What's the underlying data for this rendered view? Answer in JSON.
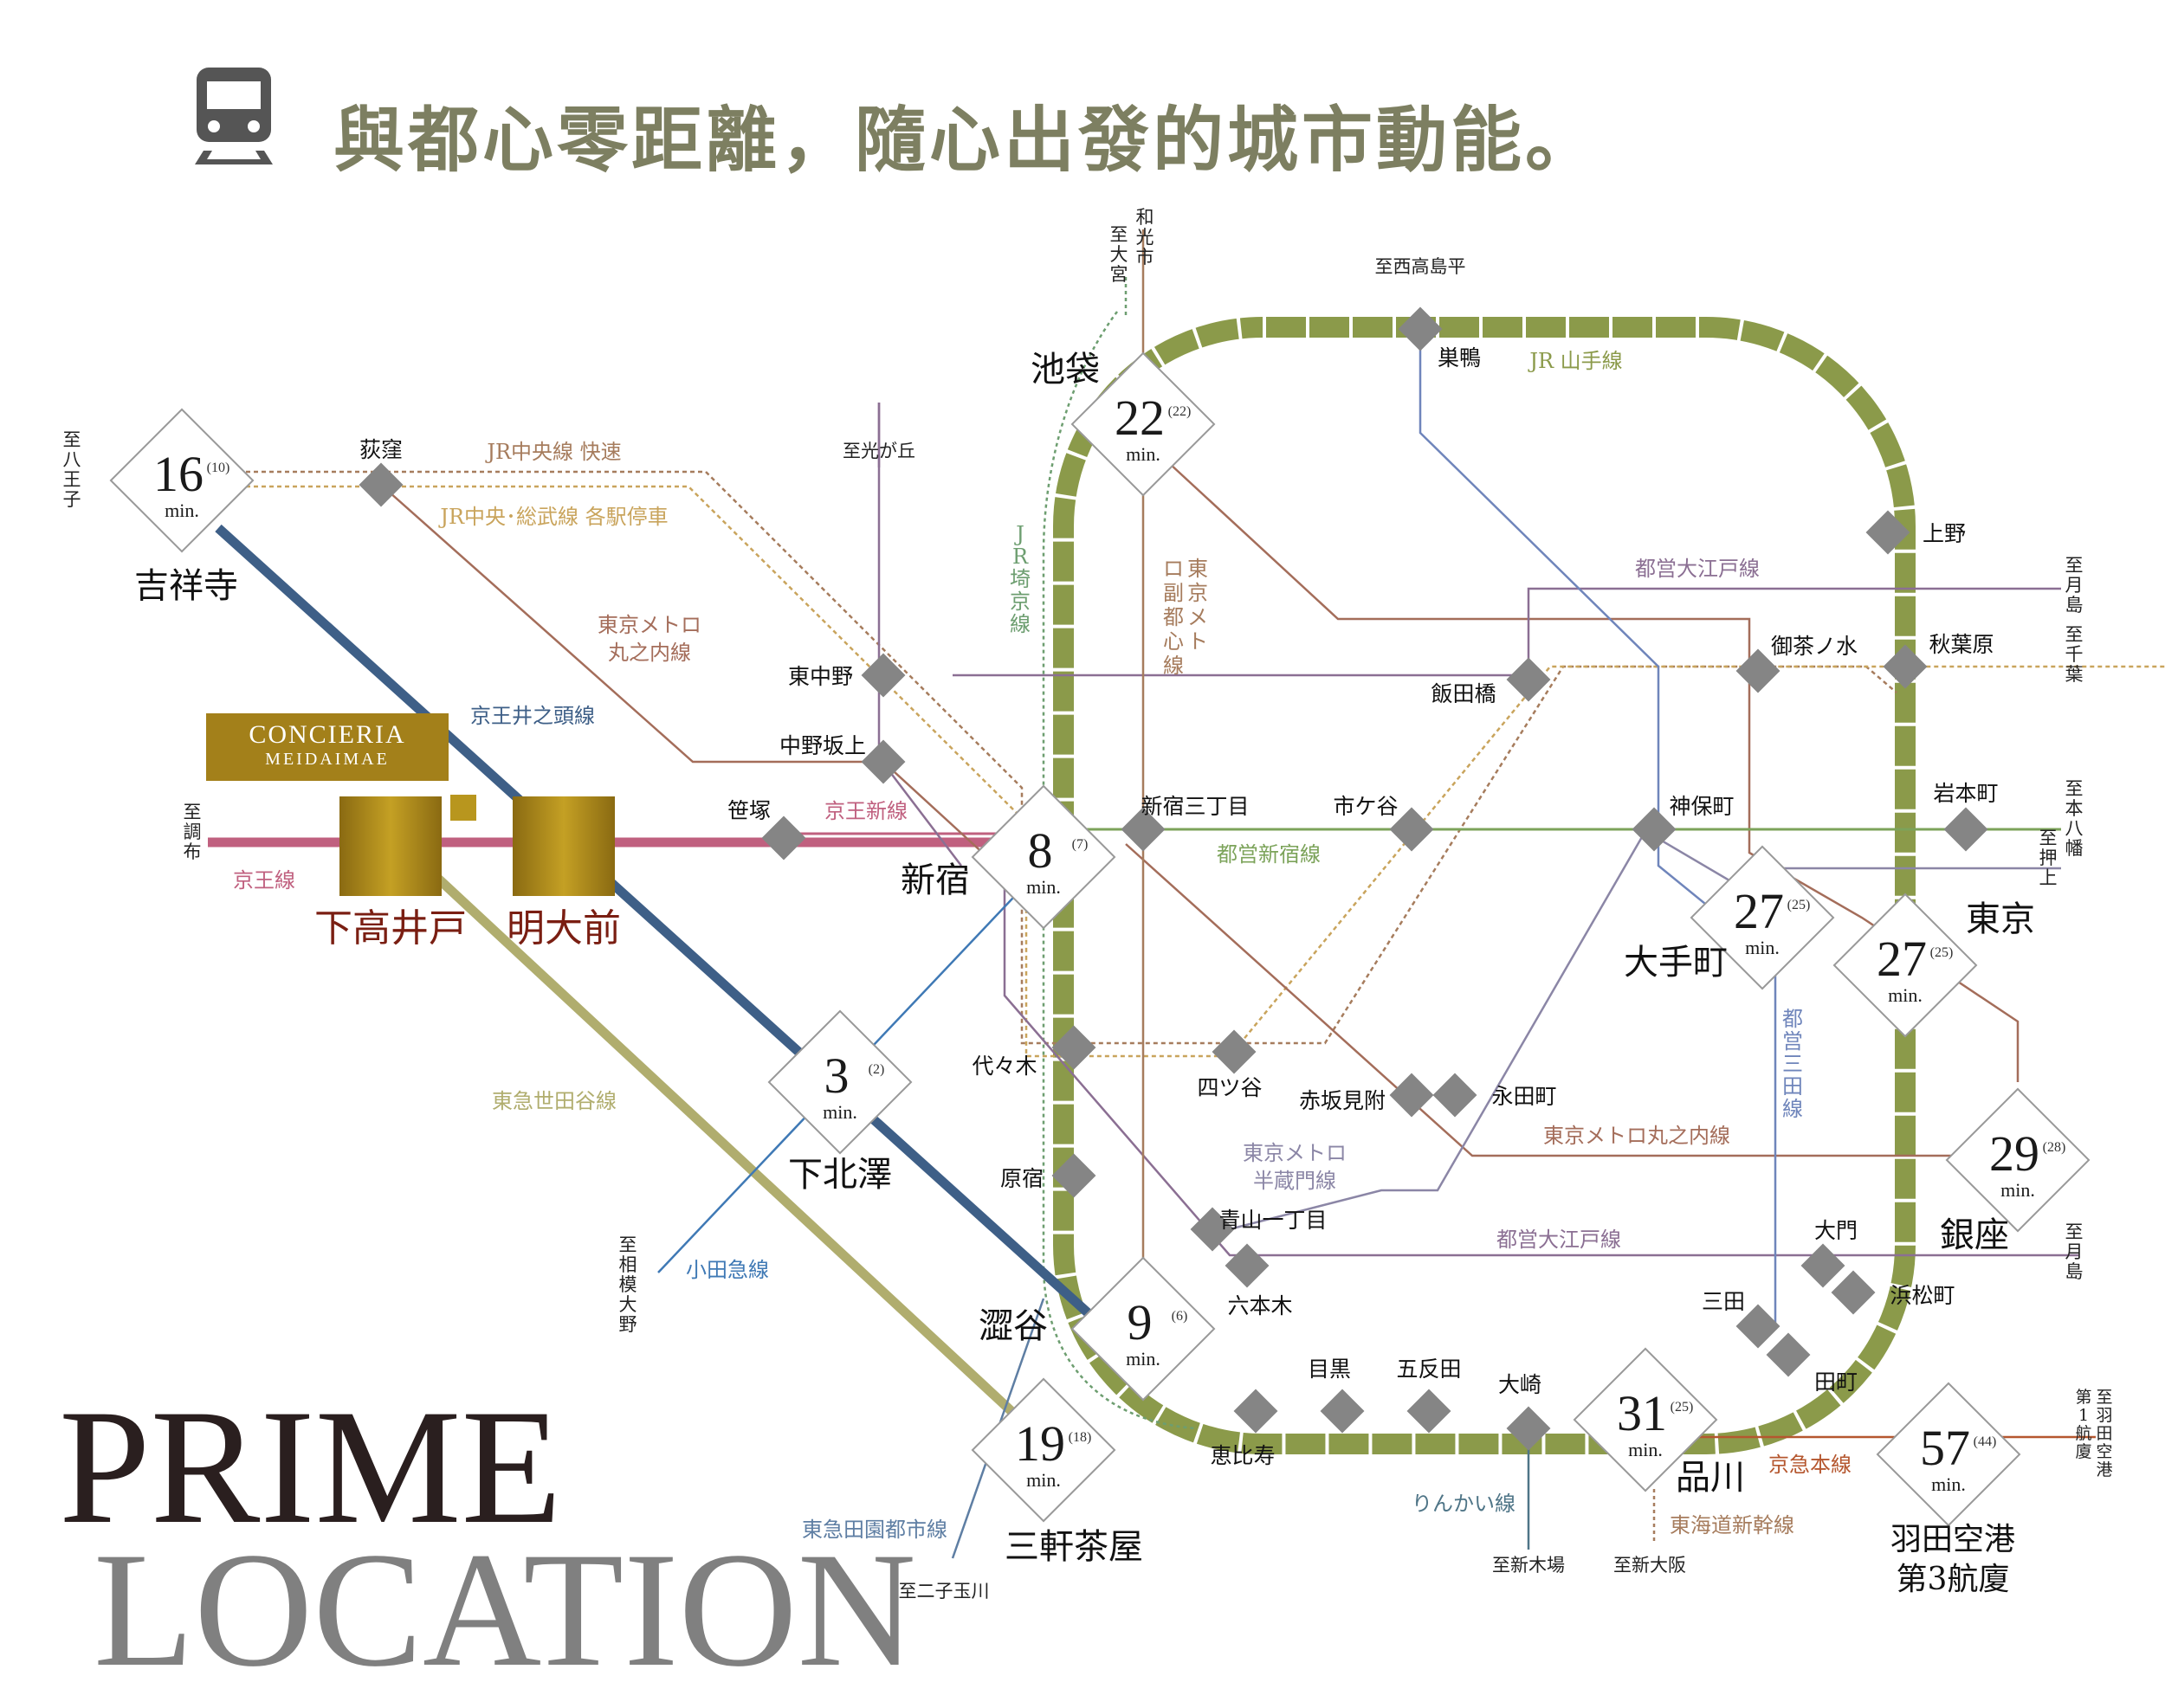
{
  "headline": "與都心零距離，隨心出發的城市動能。",
  "brand": {
    "name": "CONCIERIA",
    "sub": "MEIDAIMAE"
  },
  "logo": {
    "line1": "PRIME",
    "line2": "LOCATION"
  },
  "colors": {
    "yamanote": "#8b9a4a",
    "keio": "#c0607f",
    "inokashira": "#3e5f87",
    "denentoshi": "#b0ad6e",
    "oedo": "#8b6f93",
    "shinjuku_line": "#7ca35a",
    "marunouchi": "#a46d5a",
    "chuo_rapid": "#a67c5d",
    "gold": "#a3801a",
    "node": "#858585",
    "headline": "#7d7f61"
  },
  "home_stations": [
    {
      "id": "shimotakaido",
      "label": "下高井戸"
    },
    {
      "id": "meidaimae",
      "label": "明大前"
    }
  ],
  "hubs": [
    {
      "id": "kichijoji",
      "label": "吉祥寺",
      "minutes": "16",
      "sub": "(10)"
    },
    {
      "id": "ikebukuro",
      "label": "池袋",
      "minutes": "22",
      "sub": "(22)"
    },
    {
      "id": "shinjuku",
      "label": "新宿",
      "minutes": "8",
      "sub": "(7)"
    },
    {
      "id": "shimokitazawa",
      "label": "下北澤",
      "minutes": "3",
      "sub": "(2)"
    },
    {
      "id": "shibuya",
      "label": "澀谷",
      "minutes": "9",
      "sub": "(6)"
    },
    {
      "id": "sangenjaya",
      "label": "三軒茶屋",
      "minutes": "19",
      "sub": "(18)"
    },
    {
      "id": "otemachi",
      "label": "大手町",
      "minutes": "27",
      "sub": "(25)"
    },
    {
      "id": "tokyo",
      "label": "東京",
      "minutes": "27",
      "sub": "(25)"
    },
    {
      "id": "ginza",
      "label": "銀座",
      "minutes": "29",
      "sub": "(28)"
    },
    {
      "id": "shinagawa",
      "label": "品川",
      "minutes": "31",
      "sub": "(25)"
    },
    {
      "id": "haneda",
      "label": "羽田空港第3航廈",
      "minutes": "57",
      "sub": "(44)"
    }
  ],
  "min_label": "min.",
  "stations": [
    {
      "id": "ogikubo",
      "label": "荻窪"
    },
    {
      "id": "higashinakano",
      "label": "東中野"
    },
    {
      "id": "nakanosakaue",
      "label": "中野坂上"
    },
    {
      "id": "sasazuka",
      "label": "笹塚"
    },
    {
      "id": "sugamo",
      "label": "巣鴨"
    },
    {
      "id": "ueno",
      "label": "上野"
    },
    {
      "id": "ochanomizu",
      "label": "御茶ノ水"
    },
    {
      "id": "akihabara",
      "label": "秋葉原"
    },
    {
      "id": "iidabashi",
      "label": "飯田橋"
    },
    {
      "id": "shinjukusanchome",
      "label": "新宿三丁目"
    },
    {
      "id": "ichigaya",
      "label": "市ケ谷"
    },
    {
      "id": "jimbocho",
      "label": "神保町"
    },
    {
      "id": "iwamotocho",
      "label": "岩本町"
    },
    {
      "id": "yoyogi",
      "label": "代々木"
    },
    {
      "id": "yotsuya",
      "label": "四ツ谷"
    },
    {
      "id": "akasakamitsuke",
      "label": "赤坂見附"
    },
    {
      "id": "nagatacho",
      "label": "永田町"
    },
    {
      "id": "harajuku",
      "label": "原宿"
    },
    {
      "id": "aoyamaitchome",
      "label": "青山一丁目"
    },
    {
      "id": "roppongi",
      "label": "六本木"
    },
    {
      "id": "daimon",
      "label": "大門"
    },
    {
      "id": "hamamatsucho",
      "label": "浜松町"
    },
    {
      "id": "mita",
      "label": "三田"
    },
    {
      "id": "tamachi",
      "label": "田町"
    },
    {
      "id": "ebisu",
      "label": "恵比寿"
    },
    {
      "id": "meguro",
      "label": "目黒"
    },
    {
      "id": "gotanda",
      "label": "五反田"
    },
    {
      "id": "osaki",
      "label": "大崎"
    }
  ],
  "line_labels": [
    {
      "id": "jr-chuo-rapid",
      "text": "JR中央線 快速"
    },
    {
      "id": "jr-chuo-sobu-local",
      "text": "JR中央･総武線 各駅停車"
    },
    {
      "id": "marunouchi-top",
      "text": "東京メトロ丸之内線"
    },
    {
      "id": "inokashira",
      "text": "京王井之頭線"
    },
    {
      "id": "keio-new",
      "text": "京王新線"
    },
    {
      "id": "keio",
      "text": "京王線"
    },
    {
      "id": "saikyo",
      "text": "JR埼京線"
    },
    {
      "id": "fukutoshin",
      "text": "東京メトロ副都心線"
    },
    {
      "id": "yamanote",
      "text": "JR 山手線"
    },
    {
      "id": "oedo-top",
      "text": "都営大江戸線"
    },
    {
      "id": "toei-shinjuku",
      "text": "都営新宿線"
    },
    {
      "id": "hanzomon",
      "text": "東京メトロ半蔵門線"
    },
    {
      "id": "marunouchi-bottom",
      "text": "東京メトロ丸之内線"
    },
    {
      "id": "toei-mita",
      "text": "都営三田線"
    },
    {
      "id": "oedo-bottom",
      "text": "都営大江戸線"
    },
    {
      "id": "setagaya",
      "text": "東急世田谷線"
    },
    {
      "id": "odakyu",
      "text": "小田急線"
    },
    {
      "id": "denentoshi",
      "text": "東急田園都市線"
    },
    {
      "id": "rinkai",
      "text": "りんかい線"
    },
    {
      "id": "keikyu",
      "text": "京急本線"
    },
    {
      "id": "tokaido-shinkansen",
      "text": "東海道新幹線"
    }
  ],
  "directions": [
    {
      "id": "to-hachioji",
      "text": "至八王子"
    },
    {
      "id": "to-chofu",
      "text": "至調布"
    },
    {
      "id": "to-hikarigaoka",
      "text": "至光が丘"
    },
    {
      "id": "to-wakoshi",
      "text": "和光市"
    },
    {
      "id": "to-omiya",
      "text": "至大宮"
    },
    {
      "id": "to-nishitakashimadaira",
      "text": "至西高島平"
    },
    {
      "id": "to-tsukishima-top",
      "text": "至月島"
    },
    {
      "id": "to-chiba",
      "text": "至千葉"
    },
    {
      "id": "to-motoyawata",
      "text": "至本八幡"
    },
    {
      "id": "to-oshiage",
      "text": "至押上"
    },
    {
      "id": "to-tsukishima-bottom",
      "text": "至月島"
    },
    {
      "id": "to-sagamiono",
      "text": "至相模大野"
    },
    {
      "id": "to-futakotamagawa",
      "text": "至二子玉川"
    },
    {
      "id": "to-shinkiba",
      "text": "至新木場"
    },
    {
      "id": "to-shinosaka",
      "text": "至新大阪"
    },
    {
      "id": "to-haneda-t1",
      "text": "至羽田空港第1航廈"
    }
  ]
}
